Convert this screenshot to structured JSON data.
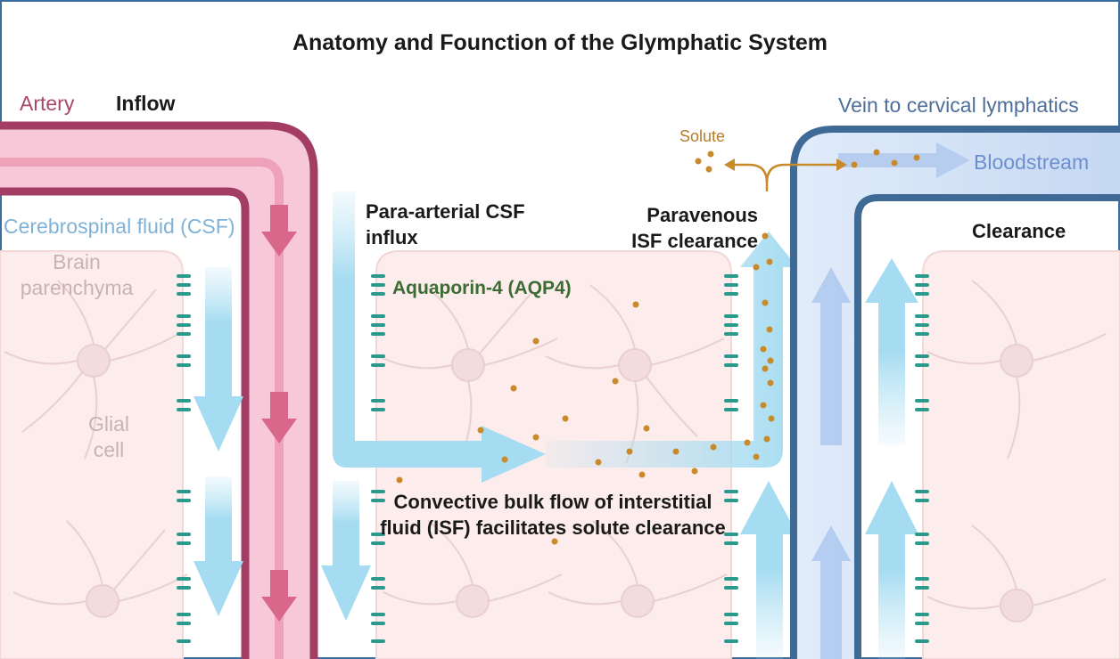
{
  "title": "Anatomy and Founction of the Glymphatic System",
  "labels": {
    "artery": "Artery",
    "inflow": "Inflow",
    "vein": "Vein to cervical lymphatics",
    "bloodstream": "Bloodstream",
    "solute": "Solute",
    "csf": "Cerebrospinal fluid (CSF)",
    "brain_parenchyma": "Brain parenchyma",
    "glial_cell": "Glial cell",
    "para_arterial": "Para-arterial CSF influx",
    "paravenous": "Paravenous ISF clearance",
    "clearance": "Clearance",
    "aqp4": "Aquaporin-4 (AQP4)",
    "convective": "Convective bulk flow of interstitial fluid (ISF) facilitates solute clearance"
  },
  "colors": {
    "artery_wall": "#a33d63",
    "artery_lumen": "#f6c8d8",
    "vein_wall": "#3f6a96",
    "vein_lumen": "#dce8f8",
    "csf_flow": "#9fd8ee",
    "parenchyma": "#fbeaea",
    "aquaporin": "#2a9a8c",
    "solute": "#c98a2a"
  }
}
